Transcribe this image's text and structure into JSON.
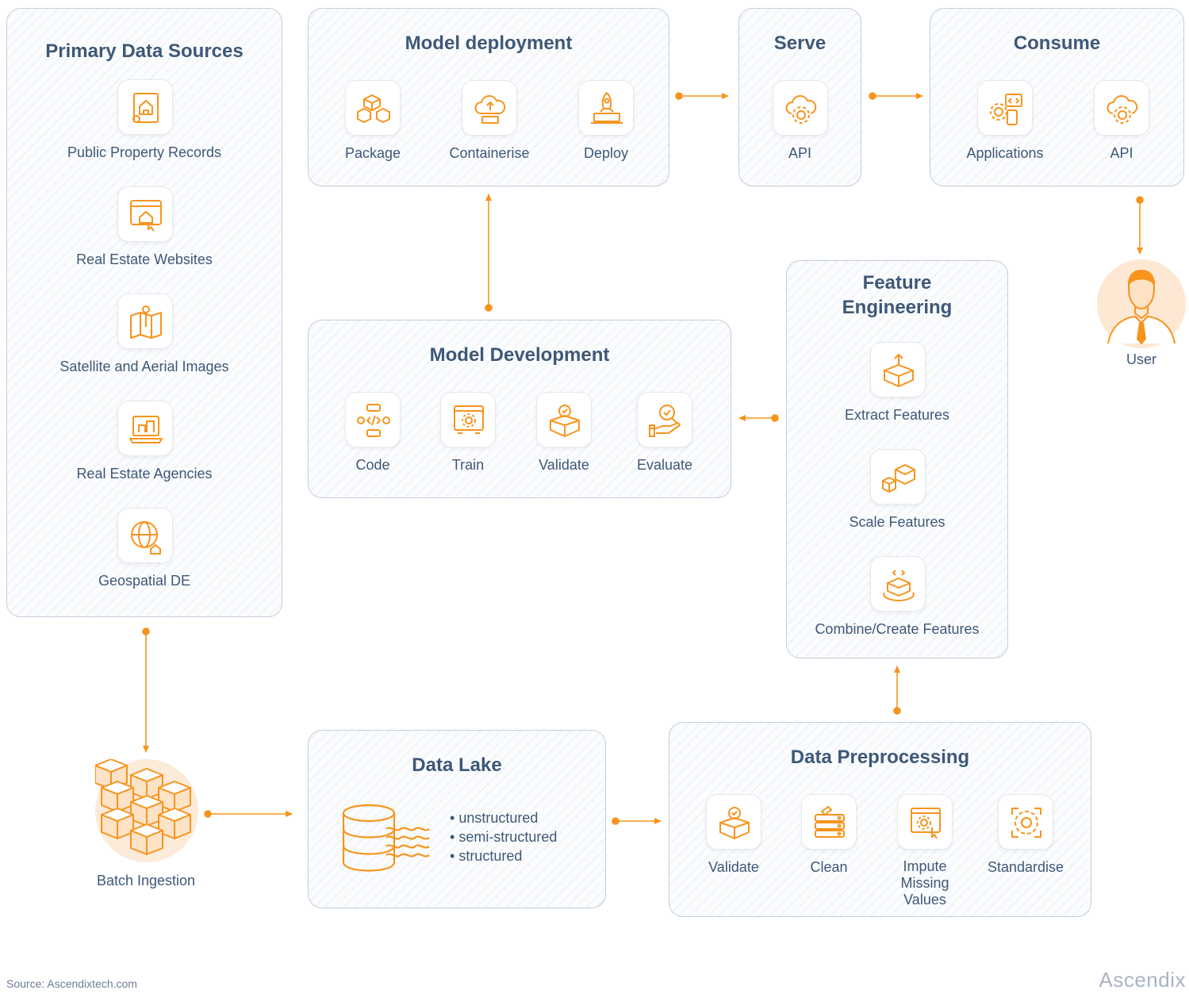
{
  "panels": {
    "sources": {
      "title": "Primary Data Sources",
      "items": [
        {
          "label": "Public Property Records",
          "icon": "property-records-icon"
        },
        {
          "label": "Real Estate Websites",
          "icon": "website-icon"
        },
        {
          "label": "Satellite and Aerial Images",
          "icon": "map-icon"
        },
        {
          "label": "Real Estate Agencies",
          "icon": "agency-laptop-icon"
        },
        {
          "label": "Geospatial DE",
          "icon": "globe-icon"
        }
      ]
    },
    "deployment": {
      "title": "Model deployment",
      "items": [
        {
          "label": "Package",
          "icon": "package-icon"
        },
        {
          "label": "Containerise",
          "icon": "container-cloud-icon"
        },
        {
          "label": "Deploy",
          "icon": "rocket-icon"
        }
      ]
    },
    "serve": {
      "title": "Serve",
      "items": [
        {
          "label": "API",
          "icon": "cloud-gear-icon"
        }
      ]
    },
    "consume": {
      "title": "Consume",
      "items": [
        {
          "label": "Applications",
          "icon": "applications-icon"
        },
        {
          "label": "API",
          "icon": "cloud-gear-icon"
        }
      ]
    },
    "development": {
      "title": "Model Development",
      "items": [
        {
          "label": "Code",
          "icon": "code-icon"
        },
        {
          "label": "Train",
          "icon": "train-icon"
        },
        {
          "label": "Validate",
          "icon": "validate-box-icon"
        },
        {
          "label": "Evaluate",
          "icon": "evaluate-icon"
        }
      ]
    },
    "features": {
      "title_line1": "Feature",
      "title_line2": "Engineering",
      "items": [
        {
          "label": "Extract Features",
          "icon": "extract-box-icon"
        },
        {
          "label": "Scale Features",
          "icon": "scale-boxes-icon"
        },
        {
          "label": "Combine/Create Features",
          "icon": "combine-box-icon"
        }
      ]
    },
    "lake": {
      "title": "Data Lake",
      "bullets": [
        "unstructured",
        "semi-structured",
        "structured"
      ],
      "icon": "database-icon"
    },
    "preprocessing": {
      "title": "Data Preprocessing",
      "items": [
        {
          "label": "Validate",
          "icon": "validate-box-icon"
        },
        {
          "label": "Clean",
          "icon": "clean-brush-icon"
        },
        {
          "label": "Impute Missing Values",
          "icon": "impute-icon"
        },
        {
          "label": "Standardise",
          "icon": "standardise-icon"
        }
      ]
    }
  },
  "user": {
    "label": "User",
    "icon": "user-avatar-icon"
  },
  "batch": {
    "label": "Batch Ingestion",
    "icon": "cubes-icon"
  },
  "footer": {
    "source": "Source:  Ascendixtech.com",
    "brand": "Ascendix"
  },
  "colors": {
    "accent": "#f7941d",
    "connector": "#8fa3bd",
    "title": "#3d5878",
    "border": "#c3cedc"
  }
}
